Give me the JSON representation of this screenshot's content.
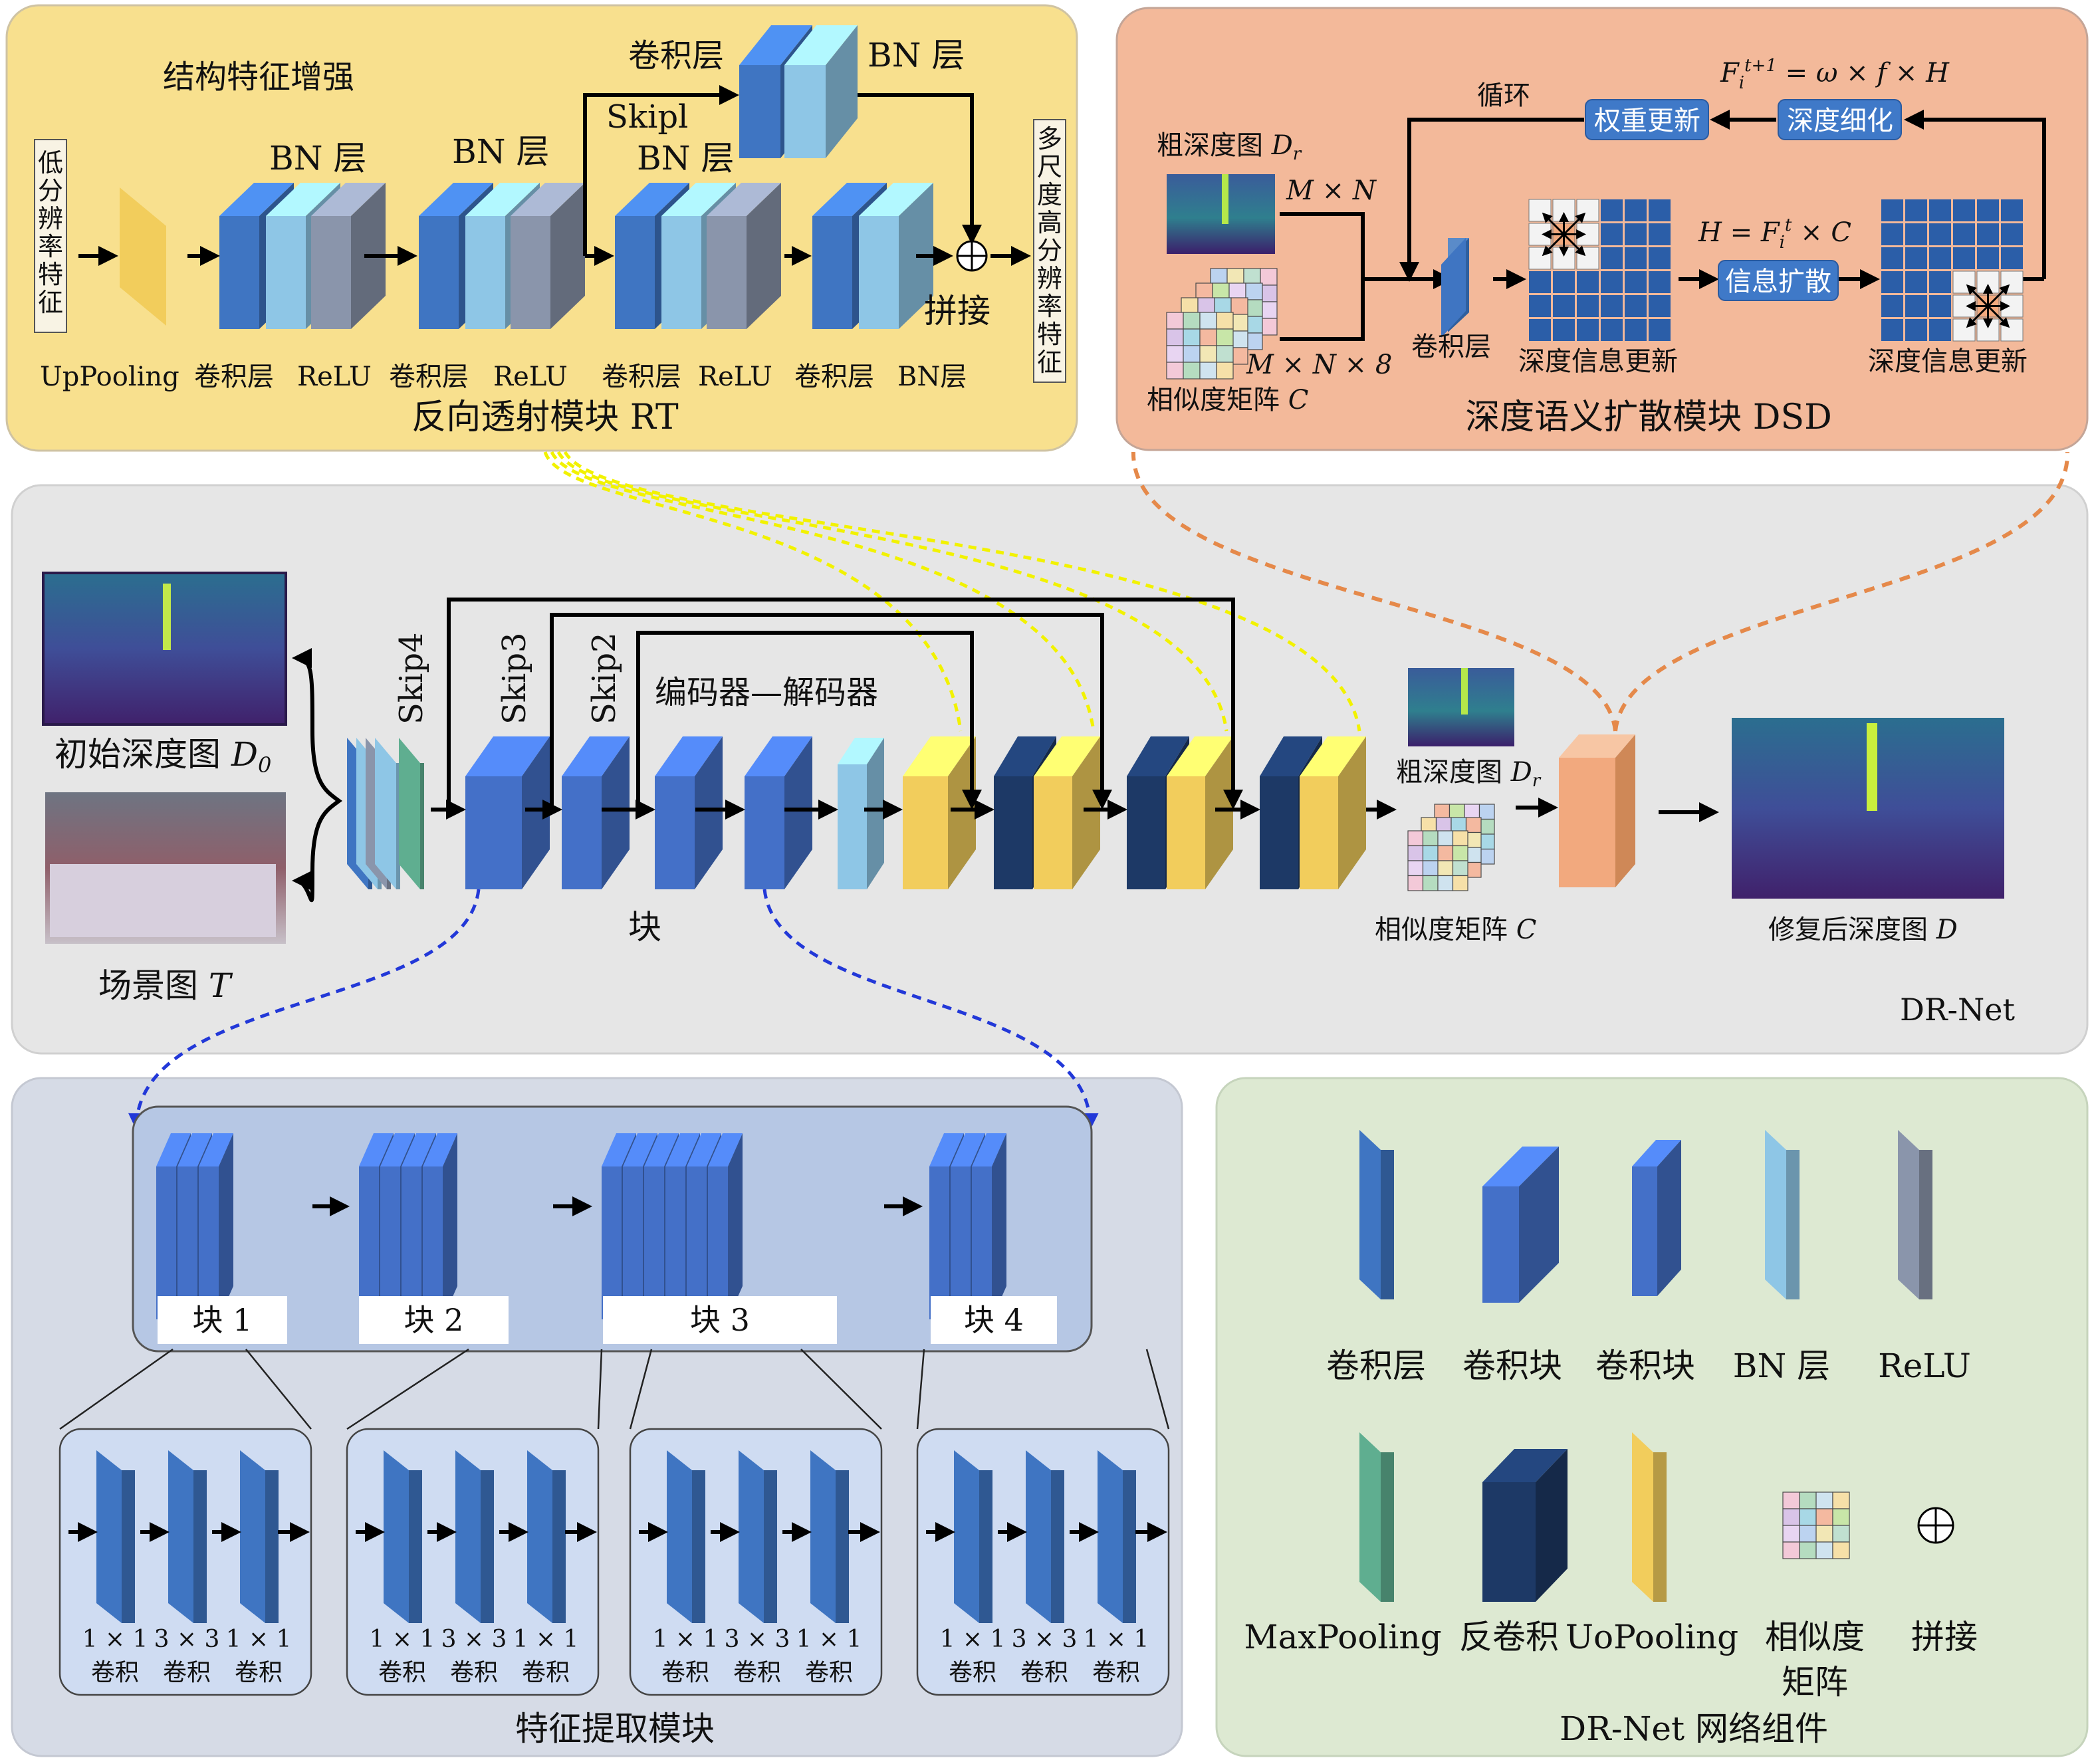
{
  "rt": {
    "title": "反向透射模块 RT",
    "struct_title": "结构特征增强",
    "input_label": [
      "低",
      "分",
      "辨",
      "率",
      "特",
      "征"
    ],
    "output_label": [
      "多",
      "尺",
      "度",
      "高",
      "分",
      "辨",
      "率",
      "特",
      "征"
    ],
    "bn1": "BN 层",
    "bn2": "BN 层",
    "bn3": "BN 层",
    "bn_top": "BN 层",
    "conv_top": "卷积层",
    "skip": "Skipl",
    "concat": "拼接",
    "bottom_labels": [
      "UpPooling",
      "卷积层",
      "ReLU",
      "卷积层",
      "ReLU",
      "卷积层",
      "ReLU",
      "卷积层",
      "BN层"
    ]
  },
  "dsd": {
    "title": "深度语义扩散模块 DSD",
    "formula_top": "F_i^{t+1} = ω × f × H",
    "loop": "循环",
    "weight_update": "权重更新",
    "depth_refine": "深度细化",
    "coarse": "粗深度图",
    "coarse_sym": "D_r",
    "mxn": "M × N",
    "mxn8": "M × N × 8",
    "sim": "相似度矩阵",
    "sim_sym": "C",
    "conv": "卷积层",
    "update1": "深度信息更新",
    "formula_mid": "H = F_i^t × C",
    "diffuse": "信息扩散",
    "update2": "深度信息更新"
  },
  "main": {
    "net_name": "DR-Net",
    "init_depth": "初始深度图",
    "init_sym": "D_0",
    "scene": "场景图",
    "scene_sym": "T",
    "skip4": "Skip4",
    "skip3": "Skip3",
    "skip2": "Skip2",
    "enc_dec": "编码器—解码器",
    "block": "块",
    "coarse": "粗深度图",
    "coarse_sym": "D_r",
    "sim": "相似度矩阵",
    "sim_sym": "C",
    "result": "修复后深度图",
    "result_sym": "D"
  },
  "feature": {
    "title": "特征提取模块",
    "blocks": [
      "块 1",
      "块 2",
      "块 3",
      "块 4"
    ],
    "conv_top": [
      "1 × 1",
      "3 × 3",
      "1 × 1"
    ],
    "conv_bottom": [
      "卷积",
      "卷积",
      "卷积"
    ]
  },
  "legend": {
    "title": "DR-Net 网络组件",
    "row1": [
      "卷积层",
      "卷积块",
      "卷积块",
      "BN 层",
      "ReLU"
    ],
    "row2": [
      "MaxPooling",
      "反卷积",
      "UoPooling",
      "相似度",
      "拼接"
    ],
    "row2_extra": "矩阵"
  },
  "colors": {
    "rt_bg": "#f8e08e",
    "dsd_bg": "#f3b99a",
    "main_bg": "#e6e6e6",
    "feature_bg": "#d6dbe6",
    "legend_bg": "#dde9d2",
    "conv": "#3f75c2",
    "conv_block": "#4470c8",
    "bn": "#8ec6e6",
    "relu": "#8a95ab",
    "maxpool": "#5fae90",
    "deconv": "#1d3966",
    "uppool": "#f2cd5c",
    "dsd_cube": "#f2a97e",
    "yellow_line": "#f2f200",
    "orange_line": "#e5894a",
    "blue_line": "#2238d8"
  }
}
